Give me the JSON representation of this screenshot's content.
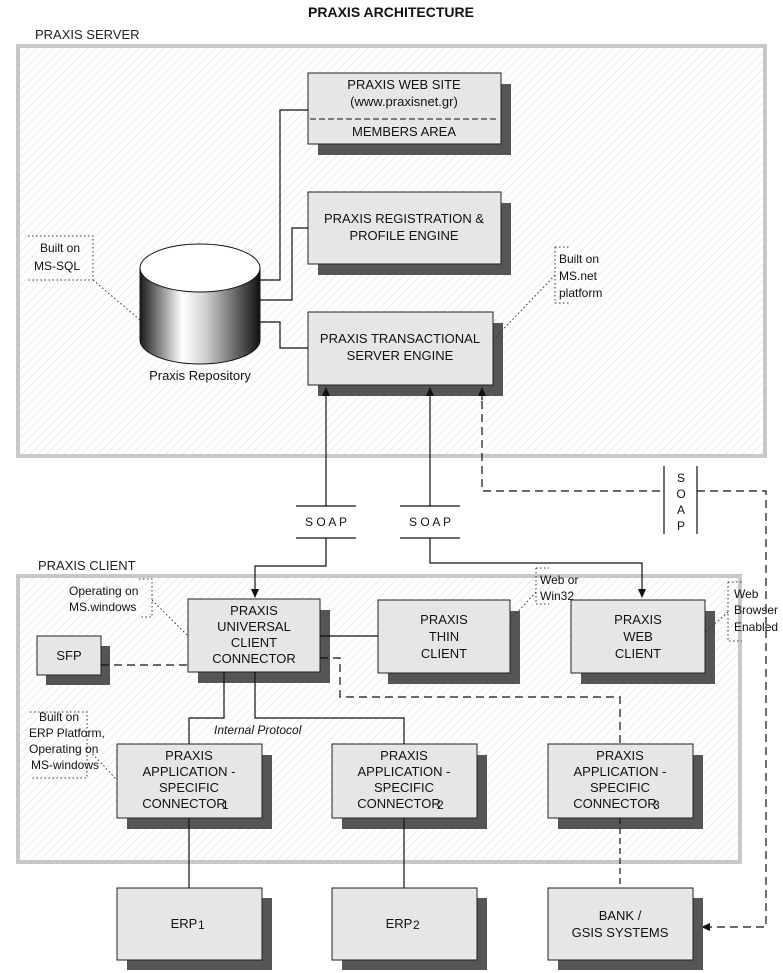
{
  "title": "PRAXIS ARCHITECTURE",
  "server_section": {
    "label": "PRAXIS SERVER",
    "web_site": {
      "line1": "PRAXIS WEB SITE",
      "line2": "(www.praxisnet.gr)",
      "line3": "MEMBERS AREA"
    },
    "registration": {
      "line1": "PRAXIS REGISTRATION &",
      "line2": "PROFILE ENGINE"
    },
    "transactional": {
      "line1": "PRAXIS TRANSACTIONAL",
      "line2": "SERVER ENGINE"
    },
    "repository_label": "Praxis Repository",
    "note_sql": {
      "line1": "Built on",
      "line2": "MS-SQL"
    },
    "note_net": {
      "line1": "Built on",
      "line2": "MS.net",
      "line3": "platform"
    }
  },
  "soap": {
    "label": "S O A P",
    "vertical": [
      "S",
      "O",
      "A",
      "P"
    ]
  },
  "client_section": {
    "label": "PRAXIS CLIENT",
    "universal": {
      "line1": "PRAXIS",
      "line2": "UNIVERSAL",
      "line3": "CLIENT",
      "line4": "CONNECTOR"
    },
    "thin": {
      "line1": "PRAXIS",
      "line2": "THIN",
      "line3": "CLIENT"
    },
    "web_client": {
      "line1": "PRAXIS",
      "line2": "WEB",
      "line3": "CLIENT"
    },
    "sfp": "SFP",
    "app1": {
      "line1": "PRAXIS",
      "line2": "APPLICATION -",
      "line3": "SPECIFIC",
      "line4": "CONNECTOR",
      "sub": "1"
    },
    "app2": {
      "line1": "PRAXIS",
      "line2": "APPLICATION -",
      "line3": "SPECIFIC",
      "line4": "CONNECTOR",
      "sub": "2"
    },
    "app3": {
      "line1": "PRAXIS",
      "line2": "APPLICATION -",
      "line3": "SPECIFIC",
      "line4": "CONNECTOR",
      "sub": "3"
    },
    "internal_protocol": "Internal Protocol",
    "note_windows": {
      "line1": "Operating on",
      "line2": "MS.windows"
    },
    "note_erp": {
      "line1": "Built on",
      "line2": "ERP Platform,",
      "line3": "Operating on",
      "line4": "MS-windows"
    },
    "note_win32": {
      "line1": "Web or",
      "line2": "Win32"
    },
    "note_browser": {
      "line1": "Web",
      "line2": "Browser",
      "line3": "Enabled"
    }
  },
  "external": {
    "erp1": {
      "label": "ERP",
      "sub": "1"
    },
    "erp2": {
      "label": "ERP",
      "sub": "2"
    },
    "bank": {
      "line1": "BANK /",
      "line2": "GSIS SYSTEMS"
    }
  }
}
